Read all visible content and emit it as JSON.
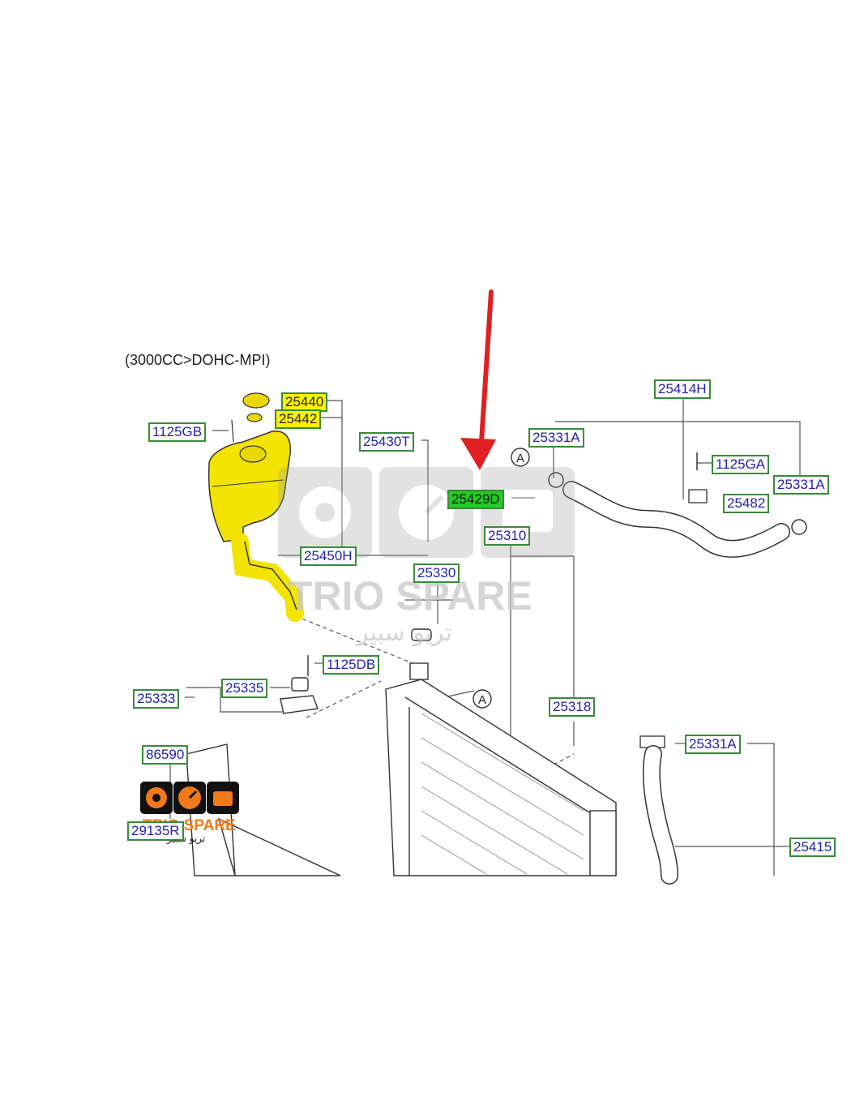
{
  "diagram": {
    "engine_note": "(3000CC>DOHC-MPI)",
    "ref_marker": "A",
    "colors": {
      "highlight_yellow": "#fff200",
      "highlight_green": "#22cc22",
      "pointer_arrow": "#e02020",
      "label_border": "#3a8a3a",
      "label_text": "#2222aa"
    },
    "parts": {
      "p25440": "25440",
      "p25442": "25442",
      "p1125GB": "1125GB",
      "p25430T": "25430T",
      "p25429D": "25429D",
      "p25331A_top": "25331A",
      "p25414H": "25414H",
      "p1125GA": "1125GA",
      "p25331A_right": "25331A",
      "p25482": "25482",
      "p25310": "25310",
      "p25450H": "25450H",
      "p25330": "25330",
      "p1125DB": "1125DB",
      "p25335": "25335",
      "p25333": "25333",
      "p25318": "25318",
      "p25331A_low": "25331A",
      "p86590": "86590",
      "p29135R": "29135R",
      "p25415": "25415"
    }
  },
  "watermark": {
    "brand": "TRIO SPARE",
    "brand_ar": "تريو سبير",
    "icons": [
      "wheel-icon",
      "speedometer-icon",
      "engine-icon"
    ]
  }
}
